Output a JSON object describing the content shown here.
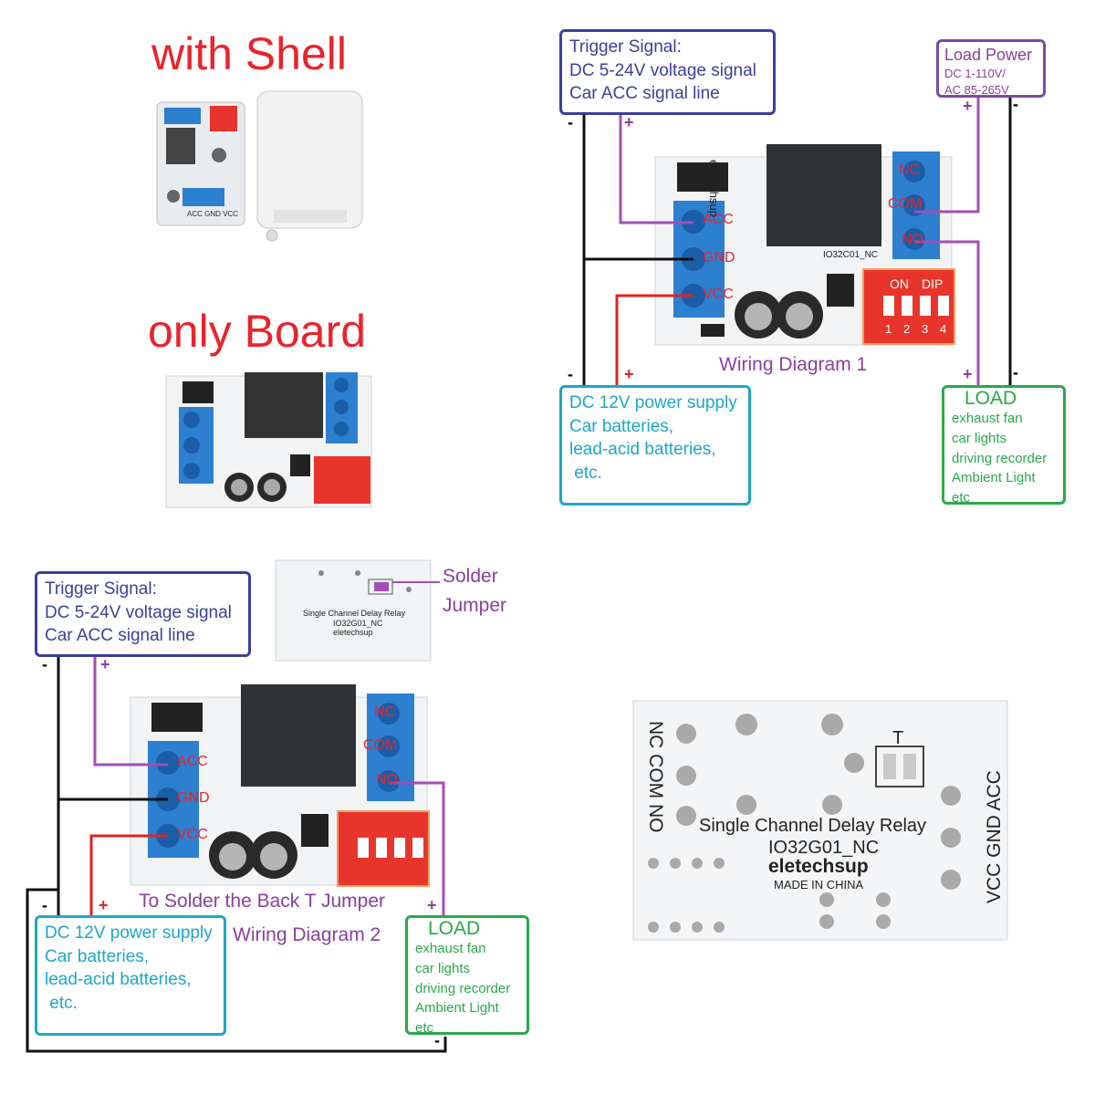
{
  "top_left": {
    "with_shell": "with Shell",
    "only_board": "only Board",
    "shell_silk": "ACC GND VCC"
  },
  "diagram1": {
    "trigger_box": [
      "Trigger Signal:",
      "DC 5-24V voltage signal",
      "Car ACC signal line"
    ],
    "load_power_title": "Load Power",
    "load_power_lines": [
      "DC 1-110V/",
      "AC 85-265V"
    ],
    "power_box": [
      "DC 12V power supply",
      "Car batteries,",
      "lead-acid batteries,",
      " etc."
    ],
    "load_title": "LOAD",
    "load_lines": [
      "exhaust fan",
      "car lights",
      "driving recorder",
      "Ambient Light",
      "etc"
    ],
    "caption": "Wiring Diagram 1",
    "pins_left": [
      "ACC",
      "GND",
      "VCC"
    ],
    "pins_right": [
      "NC",
      "COM",
      "NO"
    ],
    "brand": "eletechsup",
    "model": "IO32C01_NC",
    "dip_on": "ON",
    "dip_label": "DIP",
    "dip_numbers": [
      "1",
      "2",
      "3",
      "4"
    ]
  },
  "diagram2": {
    "trigger_box": [
      "Trigger Signal:",
      "DC 5-24V voltage signal",
      "Car ACC signal line"
    ],
    "solder_label": [
      "Solder",
      "Jumper"
    ],
    "back_note": "To Solder the Back T Jumper",
    "caption": "Wiring Diagram 2",
    "power_box": [
      "DC 12V power supply",
      "Car batteries,",
      "lead-acid batteries,",
      " etc."
    ],
    "load_title": "LOAD",
    "load_lines": [
      "exhaust fan",
      "car lights",
      "driving recorder",
      "Ambient Light",
      "etc"
    ]
  },
  "back_board": {
    "pins_left": "NC COM NO",
    "pins_right": "VCC GND ACC",
    "t_label": "T",
    "title": "Single Channel Delay Relay",
    "model": "IO32G01_NC",
    "brand": "eletechsup",
    "made_in": "MADE IN CHINA"
  },
  "polarity": {
    "minus": "-",
    "plus": "+"
  },
  "colors": {
    "title_red": "#e8242c",
    "purple": "#8a3f9c",
    "navy": "#3b3f9a",
    "cyan": "#1ea6c6",
    "green": "#2aa84a",
    "terminal_blue": "#2d7fd0",
    "dip_red": "#e8352c"
  }
}
